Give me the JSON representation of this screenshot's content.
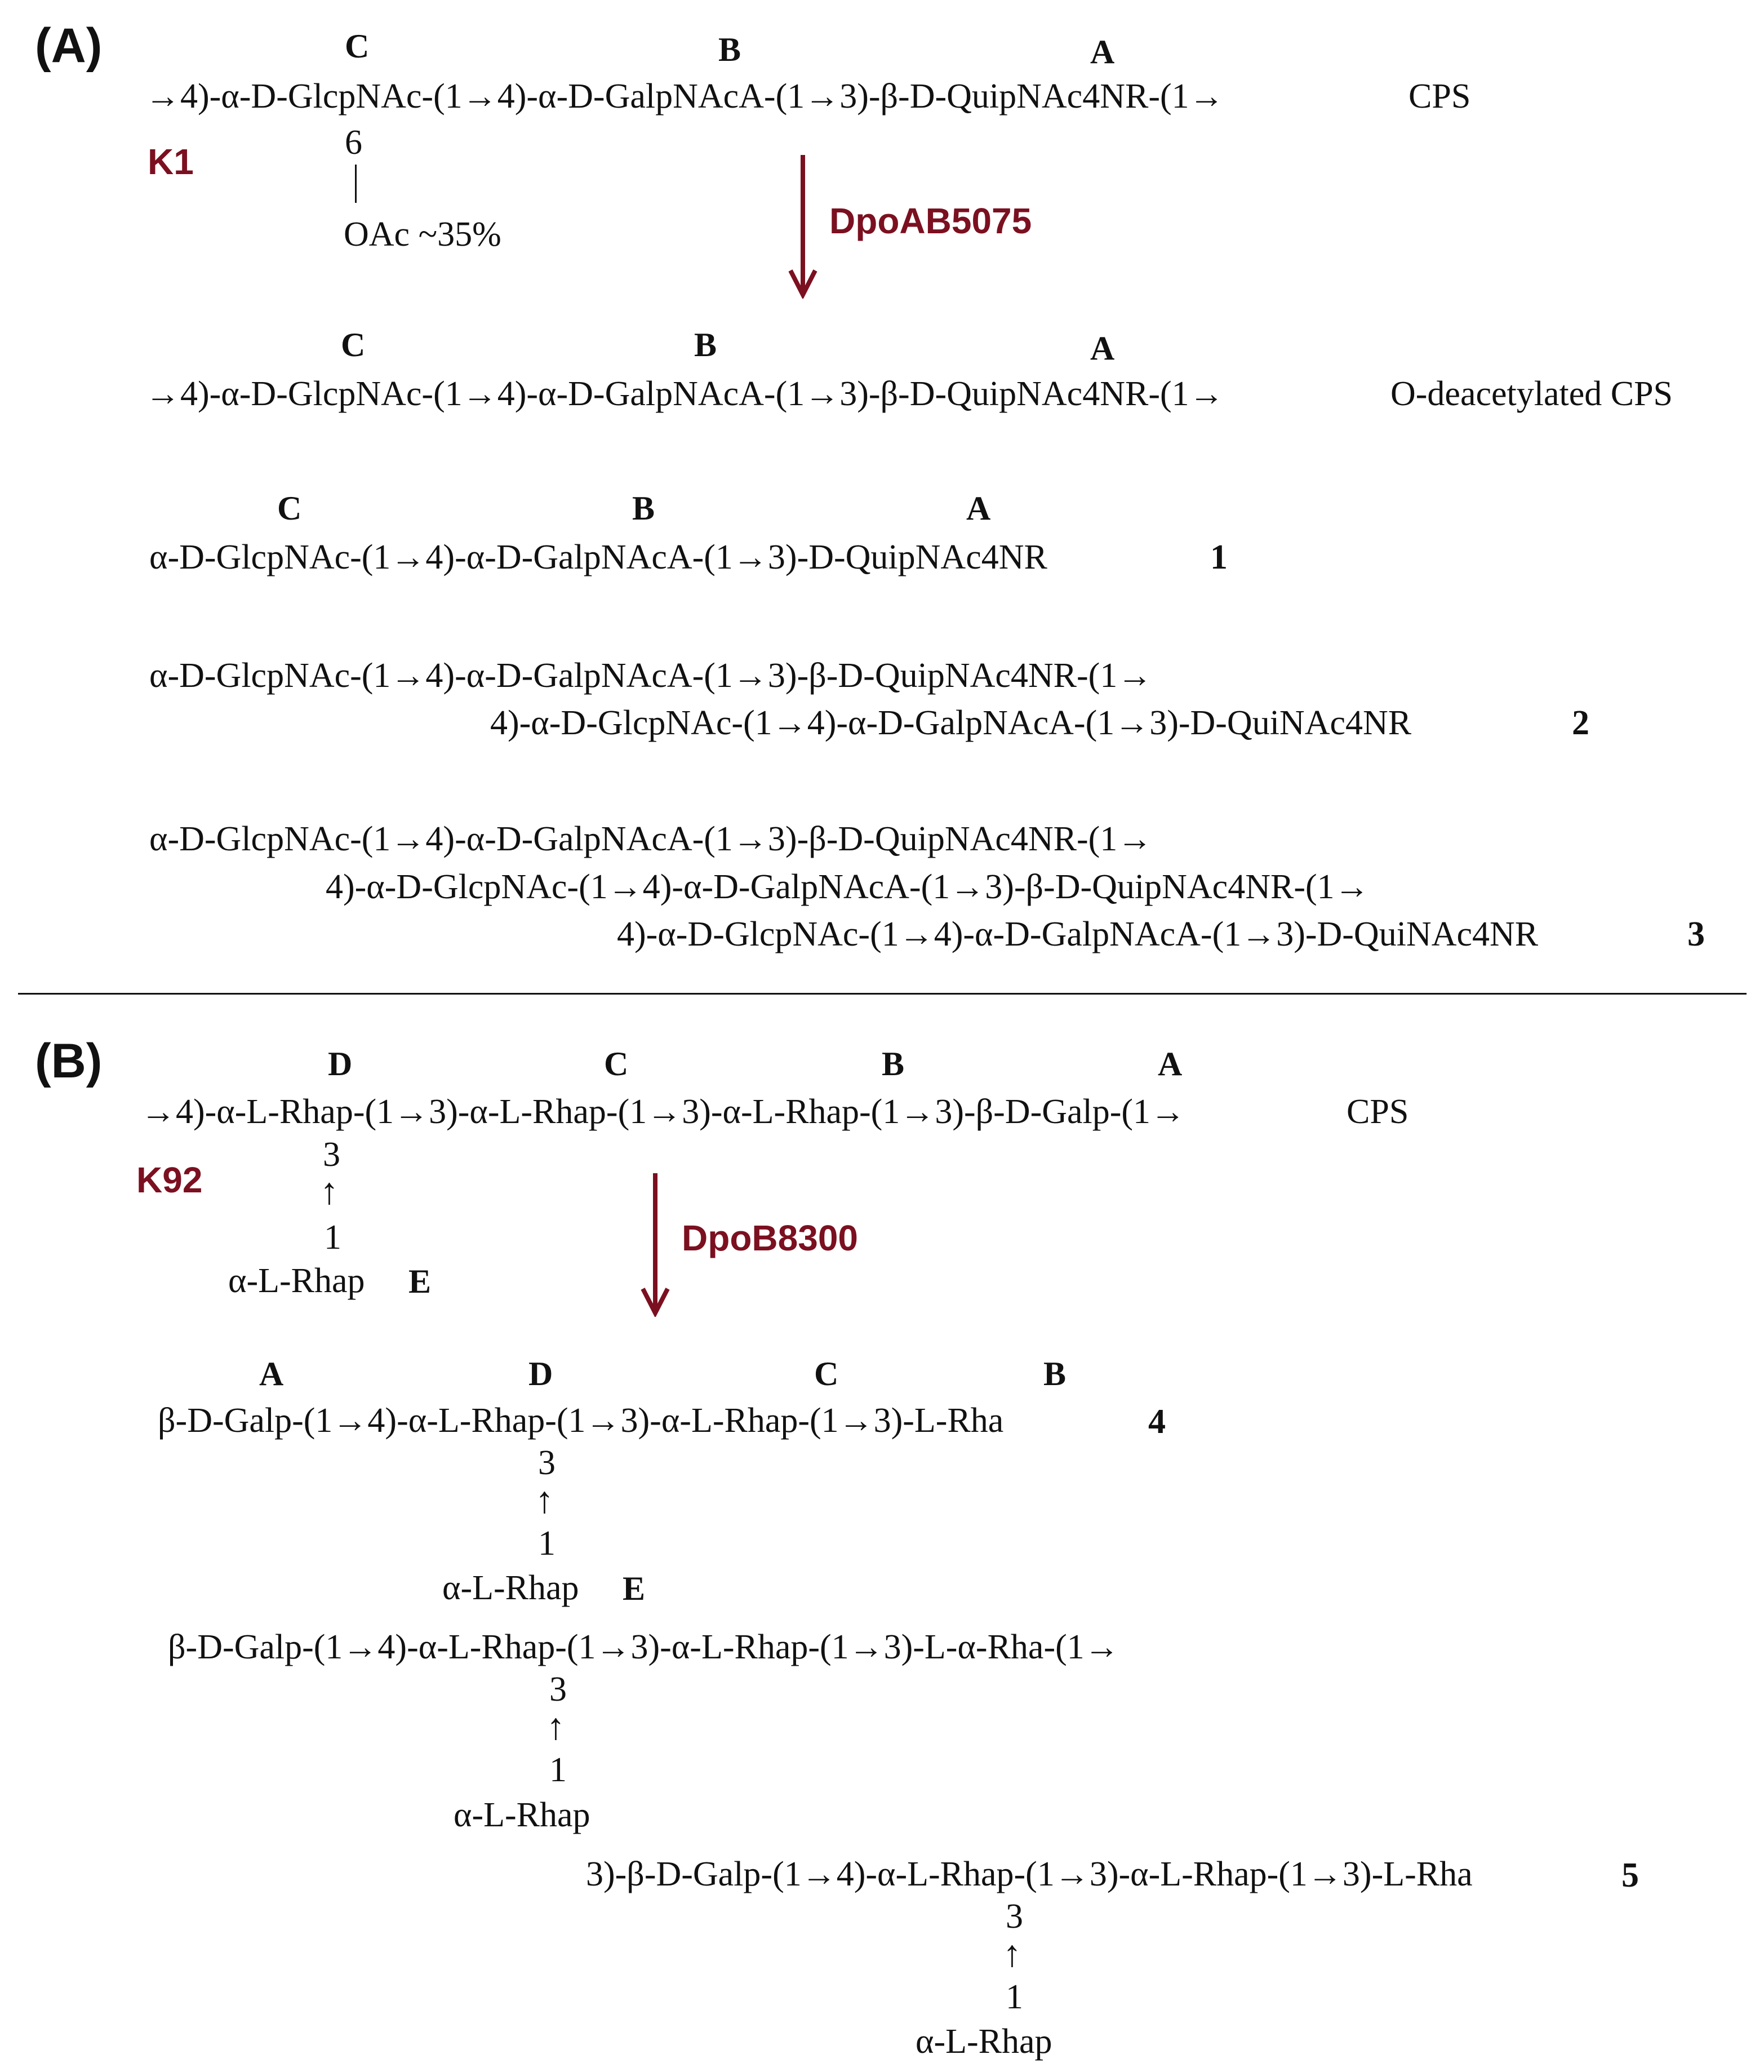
{
  "panel_a": {
    "label": "(A)",
    "strain": "K1",
    "enzyme": "DpoAB5075",
    "arrow_color": "#7b1020",
    "cps": {
      "residues": [
        "C",
        "B",
        "A"
      ],
      "chain": "→4)-α-D-GlcpNAc-(1→4)-α-D-GalpNAcA-(1→3)-β-D-QuipNAc4NR-(1→",
      "label": "CPS",
      "substitution_position": "6",
      "substituent": "OAc  ~35%"
    },
    "deacetylated": {
      "residues": [
        "C",
        "B",
        "A"
      ],
      "chain": "→4)-α-D-GlcpNAc-(1→4)-α-D-GalpNAcA-(1→3)-β-D-QuipNAc4NR-(1→",
      "label": "O-deacetylated CPS"
    },
    "product1": {
      "residues": [
        "C",
        "B",
        "A"
      ],
      "chain": "α-D-GlcpNAc-(1→4)-α-D-GalpNAcA-(1→3)-D-QuipNAc4NR",
      "number": "1"
    },
    "product2": {
      "line1": "α-D-GlcpNAc-(1→4)-α-D-GalpNAcA-(1→3)-β-D-QuipNAc4NR-(1→",
      "line2": "4)-α-D-GlcpNAc-(1→4)-α-D-GalpNAcA-(1→3)-D-QuiNAc4NR",
      "number": "2"
    },
    "product3": {
      "line1": "α-D-GlcpNAc-(1→4)-α-D-GalpNAcA-(1→3)-β-D-QuipNAc4NR-(1→",
      "line2": "4)-α-D-GlcpNAc-(1→4)-α-D-GalpNAcA-(1→3)-β-D-QuipNAc4NR-(1→",
      "line3": "4)-α-D-GlcpNAc-(1→4)-α-D-GalpNAcA-(1→3)-D-QuiNAc4NR",
      "number": "3"
    }
  },
  "panel_b": {
    "label": "(B)",
    "strain": "K92",
    "enzyme": "DpoB8300",
    "arrow_color": "#7b1020",
    "cps": {
      "residues": [
        "D",
        "C",
        "B",
        "A"
      ],
      "chain": "→4)-α-L-Rhap-(1→3)-α-L-Rhap-(1→3)-α-L-Rhap-(1→3)-β-D-Galp-(1→",
      "label": "CPS",
      "branch_top": "3",
      "branch_bottom": "1",
      "branch_residue": "α-L-Rhap",
      "branch_residue_label": "E"
    },
    "product4": {
      "residues": [
        "A",
        "D",
        "C",
        "B"
      ],
      "chain": "β-D-Galp-(1→4)-α-L-Rhap-(1→3)-α-L-Rhap-(1→3)-L-Rha",
      "number": "4",
      "branch_top": "3",
      "branch_bottom": "1",
      "branch_residue": "α-L-Rhap",
      "branch_residue_label": "E"
    },
    "product5": {
      "line1": "β-D-Galp-(1→4)-α-L-Rhap-(1→3)-α-L-Rhap-(1→3)-L-α-Rha-(1→",
      "branch1_top": "3",
      "branch1_bottom": "1",
      "branch1_residue": "α-L-Rhap",
      "line2": "3)-β-D-Galp-(1→4)-α-L-Rhap-(1→3)-α-L-Rhap-(1→3)-L-Rha",
      "number": "5",
      "branch2_top": "3",
      "branch2_bottom": "1",
      "branch2_residue": "α-L-Rhap"
    }
  }
}
